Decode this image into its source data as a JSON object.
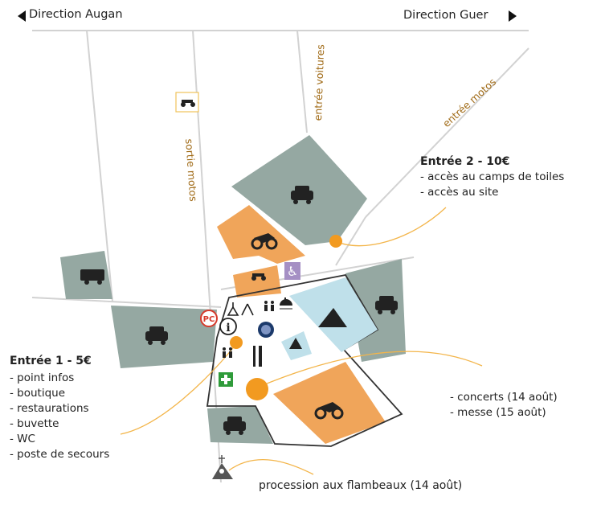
{
  "directions": {
    "left": "Direction Augan",
    "right": "Direction Guer"
  },
  "road_labels": {
    "entree_voitures": "entrée voitures",
    "entree_motos": "entrée motos",
    "sortie_motos": "sortie motos"
  },
  "entree2": {
    "title": "Entrée 2 - 10€",
    "items": [
      "- accès au camps de toiles",
      "- accès au site"
    ]
  },
  "entree1": {
    "title": "Entrée 1 - 5€",
    "items": [
      "- point infos",
      "- boutique",
      "- restaurations",
      "- buvette",
      "- WC",
      "- poste de secours"
    ]
  },
  "events": [
    "- concerts (14 août)",
    "- messe (15 août)"
  ],
  "procession": "procession aux flambeaux (14 août)",
  "icon_labels": {
    "pc": "PC",
    "info": "i"
  },
  "colors": {
    "parking": "#95a8a2",
    "moto": "#f0a55a",
    "camping": "#bfe0ea",
    "marker": "#f29a20",
    "road": "#d0d0d0",
    "accent_text": "#a06a16",
    "line": "#f3b54a"
  },
  "icons": [
    "car-icon",
    "motorcycle-icon",
    "camper-icon",
    "tent-icon",
    "wc-icon",
    "shower-icon",
    "church-icon",
    "info-icon",
    "restaurant-icon",
    "first-aid-icon",
    "globe-icon",
    "accessible-icon",
    "pc-icon",
    "chapel-icon"
  ]
}
